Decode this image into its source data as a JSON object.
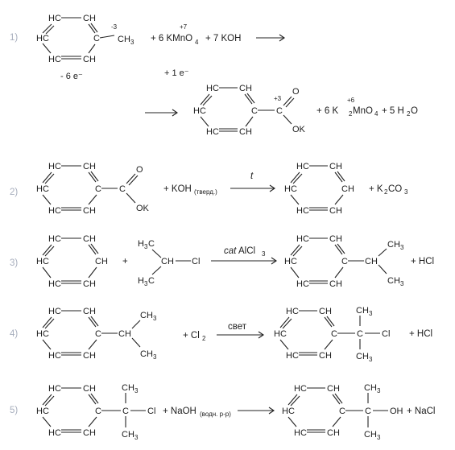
{
  "labels": {
    "hc": "HC",
    "ch": "CH",
    "c": "C",
    "o": "O",
    "ok": "OK",
    "oh": "OH",
    "cl": "Cl",
    "ch3_base": "CH",
    "h3c_base": "H",
    "h3c_tail": "C",
    "three": "3",
    "sub2": "2"
  },
  "reaction1": {
    "number": "1)",
    "charge_ch3": "-3",
    "electrons_loss": "- 6 e⁻",
    "reagent_prefix": "+ 6 KMnO",
    "reagent_sub": "4",
    "reagent_charge": "+7",
    "base": "+ 7 KOH",
    "electrons_gain": "+ 1 e⁻",
    "charge_carboxyl": "+3",
    "product_prefix": "+ 6 K",
    "product_sub1": "2",
    "product_mid": "MnO",
    "product_sub2": "4",
    "product_charge": "+6",
    "water_prefix": "+ 5 H",
    "water_sub": "2",
    "water_suffix": "O"
  },
  "reaction2": {
    "number": "2)",
    "reagent": "+ KOH",
    "reagent_sub": "(тверд.)",
    "condition": "t",
    "product_prefix": "+ K",
    "product_sub1": "2",
    "product_mid": "CO",
    "product_sub2": "3"
  },
  "reaction3": {
    "number": "3)",
    "plus": "+",
    "condition_prefix": "cat",
    "condition_main": " AlCl",
    "condition_sub": "3",
    "product": "+ HCl"
  },
  "reaction4": {
    "number": "4)",
    "reagent_prefix": "+ Cl",
    "reagent_sub": "2",
    "condition": "свет",
    "product": "+ HCl"
  },
  "reaction5": {
    "number": "5)",
    "reagent": "+ NaOH",
    "reagent_sub": "(водн. р-р)",
    "product": "+ NaCl"
  }
}
